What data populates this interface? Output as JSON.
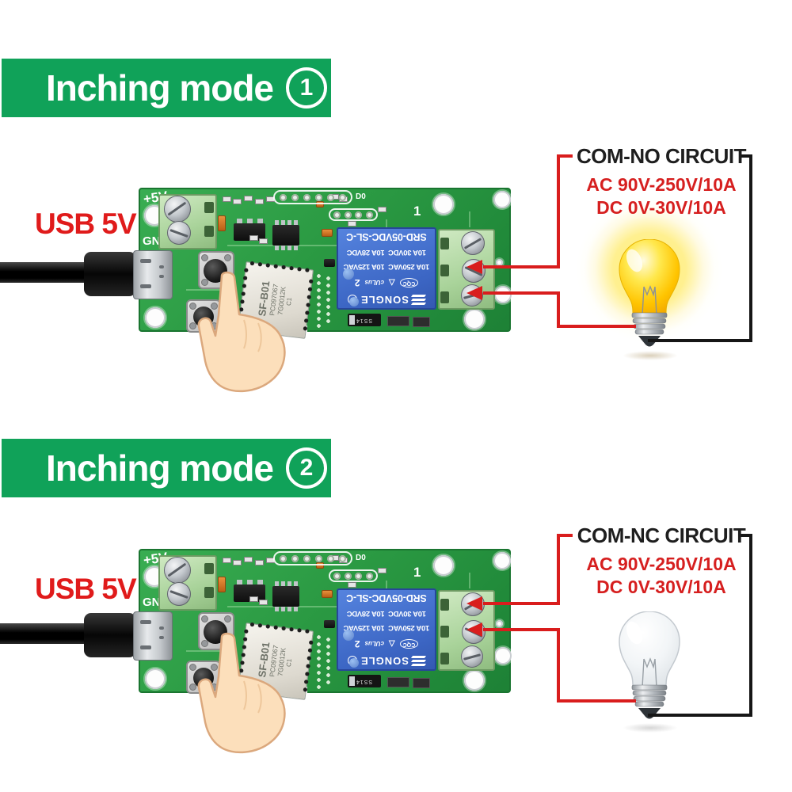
{
  "sections": [
    {
      "banner": {
        "label": "Inching mode",
        "number": "1"
      },
      "power_label": "USB 5V",
      "circuit": {
        "title": "COM-NO CIRCUIT",
        "ac": "AC 90V-250V/10A",
        "dc": "DC 0V-30V/10A"
      },
      "bulb_state": "on"
    },
    {
      "banner": {
        "label": "Inching mode",
        "number": "2"
      },
      "power_label": "USB 5V",
      "circuit": {
        "title": "COM-NC CIRCUIT",
        "ac": "AC 90V-250V/10A",
        "dc": "DC 0V-30V/10A"
      },
      "bulb_state": "off"
    }
  ],
  "pcb": {
    "silkscreen": {
      "plus5v": "+5V",
      "gnd": "GND",
      "d0": "D0",
      "channel": "1"
    },
    "relay": {
      "brand": "SONGLE",
      "registered": "R",
      "cert_cqc": "CQC",
      "cert_ul": "cULus",
      "cert_num": "2",
      "rating_ac": "10A 250VAC  10A 125VAC",
      "rating_dc": "10A 30VDC  10A 28VDC",
      "model": "SRD-05VDC-SL-C"
    },
    "wifi_module": {
      "line1": "SF-B01",
      "line2": "PC097067",
      "line3": "7G0012K",
      "line4": "C1"
    },
    "diode": "SS14"
  },
  "colors": {
    "banner_green": "#10a259",
    "label_red": "#e01b1b",
    "wire_red": "#d91d1d",
    "wire_black": "#161616",
    "pcb_green": "#2b9a43",
    "relay_blue": "#3c66c4",
    "terminal_green": "#a9d39a",
    "bulb_on_yellow": "#ffd400"
  }
}
